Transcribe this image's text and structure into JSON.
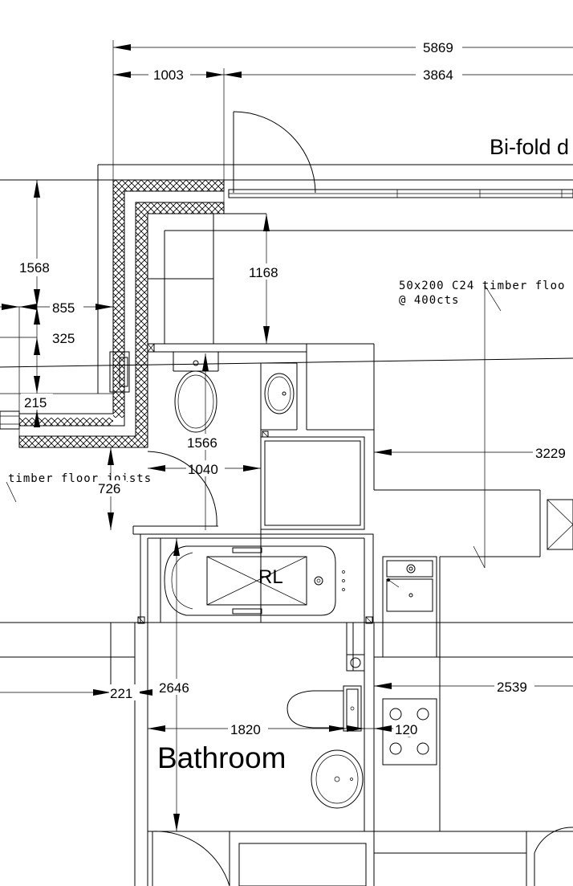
{
  "room_labels": {
    "bathroom": "Bathroom",
    "bifold_partial": "Bi-fold d",
    "bath_tag": "RL"
  },
  "notes": {
    "joist_line1": "50x200 C24 timber floo",
    "joist_line2": "@ 400cts",
    "joist_left": "timber floor joists"
  },
  "dimensions": {
    "overall_width": "5869",
    "left_segment": "1003",
    "right_segment": "3864",
    "wall_height": "1568",
    "wall_depth": "855",
    "wall_offset": "325",
    "lower_offset": "215",
    "opening_depth": "1168",
    "wc_depth": "1566",
    "shower_width": "1040",
    "step_height": "726",
    "right_run": "3229",
    "bathroom_length": "2646",
    "bathroom_width": "1820",
    "left_gap": "221",
    "wall_gap": "120",
    "kitchen_width": "2539"
  }
}
